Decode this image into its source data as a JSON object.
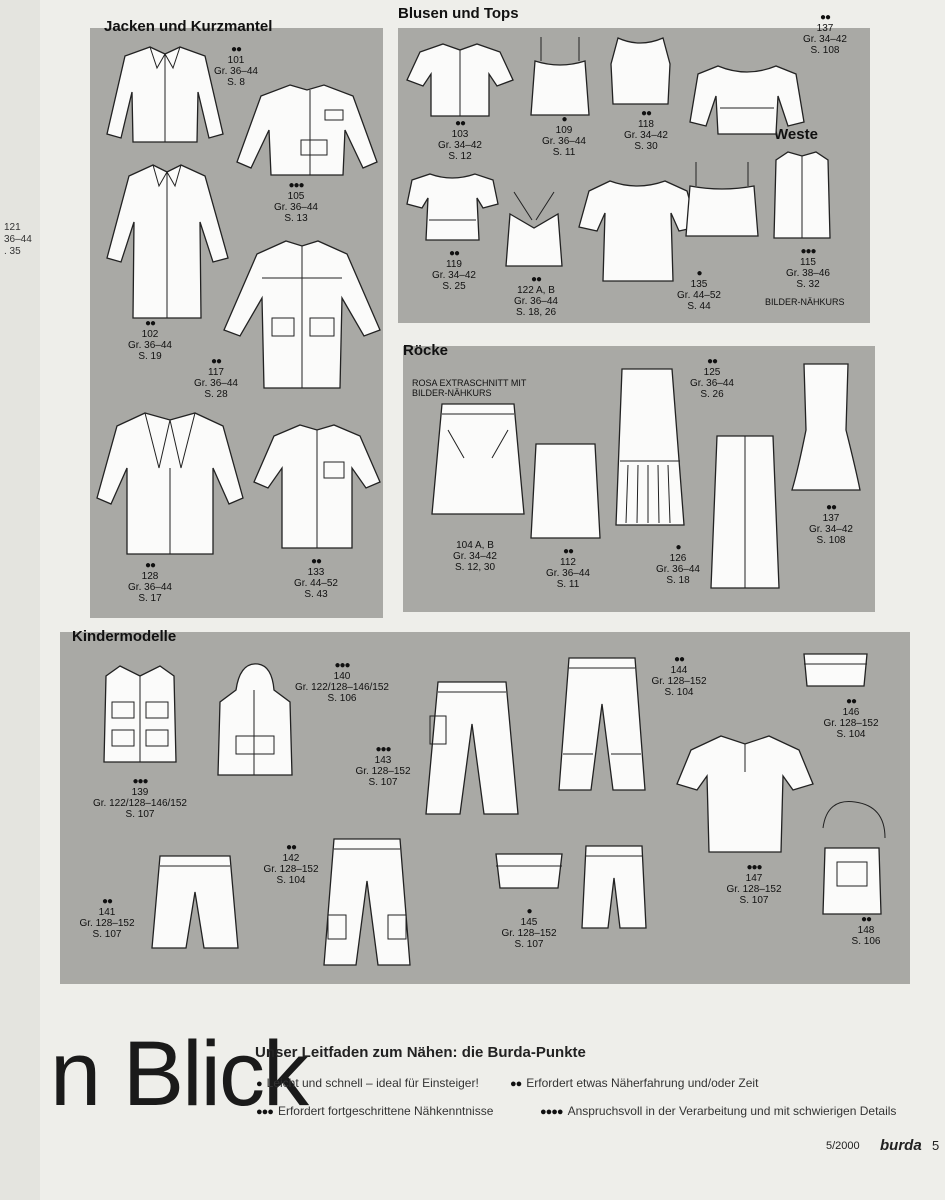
{
  "sections": {
    "jacken": "Jacken und Kurzmantel",
    "blusen": "Blusen und Tops",
    "weste": "Weste",
    "roecke": "Röcke",
    "kinder": "Kindermodelle"
  },
  "notes": {
    "rosa": "ROSA EXTRASCHNITT MIT BILDER-NÄHKURS",
    "bilder": "BILDER-NÄHKURS"
  },
  "left_page": {
    "num": "121",
    "size": "36–44",
    "page": ". 35"
  },
  "items": {
    "i101": {
      "dots": "●●",
      "num": "101",
      "size": "Gr. 36–44",
      "page": "S. 8"
    },
    "i105": {
      "dots": "●●●",
      "num": "105",
      "size": "Gr. 36–44",
      "page": "S. 13"
    },
    "i102": {
      "dots": "●●",
      "num": "102",
      "size": "Gr. 36–44",
      "page": "S. 19"
    },
    "i117": {
      "dots": "●●",
      "num": "117",
      "size": "Gr. 36–44",
      "page": "S. 28"
    },
    "i128": {
      "dots": "●●",
      "num": "128",
      "size": "Gr. 36–44",
      "page": "S. 17"
    },
    "i133": {
      "dots": "●●",
      "num": "133",
      "size": "Gr. 44–52",
      "page": "S. 43"
    },
    "i103": {
      "dots": "●●",
      "num": "103",
      "size": "Gr. 34–42",
      "page": "S. 12"
    },
    "i109": {
      "dots": "●",
      "num": "109",
      "size": "Gr. 36–44",
      "page": "S. 11"
    },
    "i118": {
      "dots": "●●",
      "num": "118",
      "size": "Gr. 34–42",
      "page": "S. 30"
    },
    "i137a": {
      "dots": "●●",
      "num": "137",
      "size": "Gr. 34–42",
      "page": "S. 108"
    },
    "i119": {
      "dots": "●●",
      "num": "119",
      "size": "Gr. 34–42",
      "page": "S. 25"
    },
    "i122": {
      "dots": "●●",
      "num": "122 A, B",
      "size": "Gr. 36–44",
      "page": "S. 18, 26"
    },
    "i135": {
      "dots": "●",
      "num": "135",
      "size": "Gr. 44–52",
      "page": "S. 44"
    },
    "i115": {
      "dots": "●●●",
      "num": "115",
      "size": "Gr. 38–46",
      "page": "S. 32"
    },
    "i125": {
      "dots": "●●",
      "num": "125",
      "size": "Gr. 36–44",
      "page": "S. 26"
    },
    "i104": {
      "dots": "",
      "num": "104 A, B",
      "size": "Gr. 34–42",
      "page": "S. 12, 30"
    },
    "i112": {
      "dots": "●●",
      "num": "112",
      "size": "Gr. 36–44",
      "page": "S. 11"
    },
    "i126": {
      "dots": "●",
      "num": "126",
      "size": "Gr. 36–44",
      "page": "S. 18"
    },
    "i137b": {
      "dots": "●●",
      "num": "137",
      "size": "Gr. 34–42",
      "page": "S. 108"
    },
    "i140": {
      "dots": "●●●",
      "num": "140",
      "size": "Gr. 122/128–146/152",
      "page": "S. 106"
    },
    "i144": {
      "dots": "●●",
      "num": "144",
      "size": "Gr. 128–152",
      "page": "S. 104"
    },
    "i146": {
      "dots": "●●",
      "num": "146",
      "size": "Gr. 128–152",
      "page": "S. 104"
    },
    "i143": {
      "dots": "●●●",
      "num": "143",
      "size": "Gr. 128–152",
      "page": "S. 107"
    },
    "i139": {
      "dots": "●●●",
      "num": "139",
      "size": "Gr. 122/128–146/152",
      "page": "S. 107"
    },
    "i142": {
      "dots": "●●",
      "num": "142",
      "size": "Gr. 128–152",
      "page": "S. 104"
    },
    "i141": {
      "dots": "●●",
      "num": "141",
      "size": "Gr. 128–152",
      "page": "S. 107"
    },
    "i145": {
      "dots": "●",
      "num": "145",
      "size": "Gr. 128–152",
      "page": "S. 107"
    },
    "i147": {
      "dots": "●●●",
      "num": "147",
      "size": "Gr. 128–152",
      "page": "S. 107"
    },
    "i148": {
      "dots": "●●",
      "num": "148",
      "size": "",
      "page": "S. 106"
    }
  },
  "legend": {
    "big": "n Blick",
    "title": "Unser Leitfaden zum Nähen: die Burda-Punkte",
    "d1": "●",
    "t1": "Leicht und schnell – ideal für Einsteiger!",
    "d2": "●●",
    "t2": "Erfordert etwas Näherfahrung und/oder Zeit",
    "d3": "●●●",
    "t3": "Erfordert fortgeschrittene Nähkenntnisse",
    "d4": "●●●●",
    "t4": "Anspruchsvoll in der Verarbeitung und mit schwierigen Details"
  },
  "footer": {
    "issue": "5/2000",
    "brand": "burda",
    "page": "5"
  }
}
